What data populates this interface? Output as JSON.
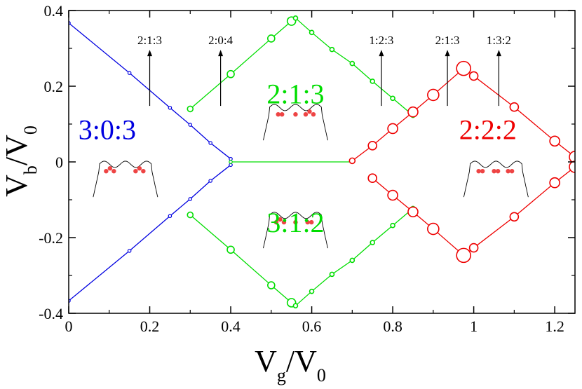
{
  "chart_data": {
    "type": "scatter",
    "xlabel": {
      "main": "V",
      "sub": "g",
      "sep": "/",
      "main2": "V",
      "sub2": "0"
    },
    "ylabel": {
      "main": "V",
      "sub": "b",
      "sep": "/",
      "main2": "V",
      "sub2": "0"
    },
    "xlim": [
      0,
      1.25
    ],
    "ylim": [
      -0.4,
      0.4
    ],
    "xticks": [
      0,
      0.2,
      0.4,
      0.6,
      0.8,
      1,
      1.2
    ],
    "xtick_labels": [
      "0",
      "0.2",
      "0.4",
      "0.6",
      "0.8",
      "1",
      "1.2"
    ],
    "yticks": [
      -0.4,
      -0.2,
      0,
      0.2,
      0.4
    ],
    "ytick_labels": [
      "-0.4",
      "-0.2",
      "0",
      "0.2",
      "0.4"
    ],
    "grid": false,
    "colors": {
      "blue": "#0000e0",
      "green": "#00dd00",
      "red": "#ee0000",
      "ball": "#ee4444",
      "axis": "#000000"
    },
    "series": [
      {
        "color": "blue",
        "marker": "small",
        "x": [
          0,
          0.15,
          0.25,
          0.3,
          0.35,
          0.4
        ],
        "y": [
          0.367,
          0.235,
          0.143,
          0.098,
          0.05,
          0.008
        ]
      },
      {
        "color": "blue",
        "marker": "small",
        "x": [
          0,
          0.15,
          0.25,
          0.3,
          0.35,
          0.4
        ],
        "y": [
          -0.367,
          -0.235,
          -0.143,
          -0.098,
          -0.05,
          -0.008
        ]
      },
      {
        "color": "green",
        "marker": "small",
        "x": [
          0.4,
          0.7
        ],
        "y": [
          0,
          0
        ]
      },
      {
        "color": "green",
        "marker": "mixed",
        "x": [
          0.3,
          0.4,
          0.5,
          0.55,
          0.56,
          0.6,
          0.65,
          0.7,
          0.75,
          0.8,
          0.85
        ],
        "y": [
          0.14,
          0.232,
          0.326,
          0.372,
          0.38,
          0.342,
          0.297,
          0.26,
          0.213,
          0.168,
          0.123
        ],
        "r": [
          4,
          5,
          5,
          6,
          3,
          3,
          3,
          3,
          3,
          3,
          3
        ]
      },
      {
        "color": "green",
        "marker": "mixed",
        "x": [
          0.3,
          0.4,
          0.5,
          0.55,
          0.56,
          0.6,
          0.65,
          0.7,
          0.75,
          0.8,
          0.85
        ],
        "y": [
          -0.14,
          -0.232,
          -0.326,
          -0.372,
          -0.38,
          -0.342,
          -0.297,
          -0.26,
          -0.213,
          -0.168,
          -0.123
        ],
        "r": [
          4,
          5,
          5,
          6,
          3,
          3,
          3,
          3,
          3,
          3,
          3
        ]
      },
      {
        "color": "red",
        "marker": "large",
        "x": [
          0.7,
          0.75,
          0.8,
          0.85,
          0.9,
          0.975,
          1.0,
          1.1,
          1.2,
          1.25
        ],
        "y": [
          0.003,
          0.043,
          0.088,
          0.132,
          0.177,
          0.247,
          0.227,
          0.145,
          0.055,
          0.013
        ],
        "r": [
          4,
          6,
          7,
          7,
          8,
          10,
          6,
          6,
          7,
          8
        ]
      },
      {
        "color": "red",
        "marker": "large",
        "x": [
          0.75,
          0.8,
          0.85,
          0.9,
          0.975,
          1.0,
          1.1,
          1.2,
          1.25
        ],
        "y": [
          -0.043,
          -0.088,
          -0.132,
          -0.177,
          -0.247,
          -0.227,
          -0.145,
          -0.055,
          -0.013
        ],
        "r": [
          6,
          7,
          7,
          8,
          10,
          6,
          6,
          7,
          8
        ]
      }
    ],
    "region_labels": [
      {
        "text": "3:0:3",
        "color": "blue",
        "x": 0.095,
        "y": 0.06
      },
      {
        "text": "2:1:3",
        "color": "green",
        "x": 0.56,
        "y": 0.155
      },
      {
        "text": "3:1:2",
        "color": "green",
        "x": 0.56,
        "y": -0.185
      },
      {
        "text": "2:2:2",
        "color": "red",
        "x": 1.035,
        "y": 0.06
      }
    ],
    "annotations": [
      {
        "text": "2:1:3",
        "x": 0.2,
        "y_tail": 0.148,
        "y_head": 0.285
      },
      {
        "text": "2:0:4",
        "x": 0.375,
        "y_tail": 0.148,
        "y_head": 0.285
      },
      {
        "text": "1:2:3",
        "x": 0.772,
        "y_tail": 0.148,
        "y_head": 0.285
      },
      {
        "text": "2:1:3",
        "x": 0.935,
        "y_tail": 0.148,
        "y_head": 0.285
      },
      {
        "text": "1:3:2",
        "x": 1.062,
        "y_tail": 0.148,
        "y_head": 0.285
      }
    ],
    "well_insets": [
      {
        "x": 0.14,
        "y": -0.03,
        "balls": [
          [
            -0.55,
            3
          ],
          [
            0.5,
            3
          ]
        ]
      },
      {
        "x": 0.56,
        "y": 0.12,
        "balls": [
          [
            -0.55,
            2
          ],
          [
            0,
            1
          ],
          [
            0.5,
            3
          ]
        ]
      },
      {
        "x": 0.56,
        "y": -0.165,
        "balls": [
          [
            -0.55,
            3
          ],
          [
            0,
            1
          ],
          [
            0.5,
            2
          ]
        ]
      },
      {
        "x": 1.055,
        "y": -0.03,
        "balls": [
          [
            -0.55,
            2
          ],
          [
            0,
            2
          ],
          [
            0.5,
            2
          ]
        ]
      }
    ]
  }
}
